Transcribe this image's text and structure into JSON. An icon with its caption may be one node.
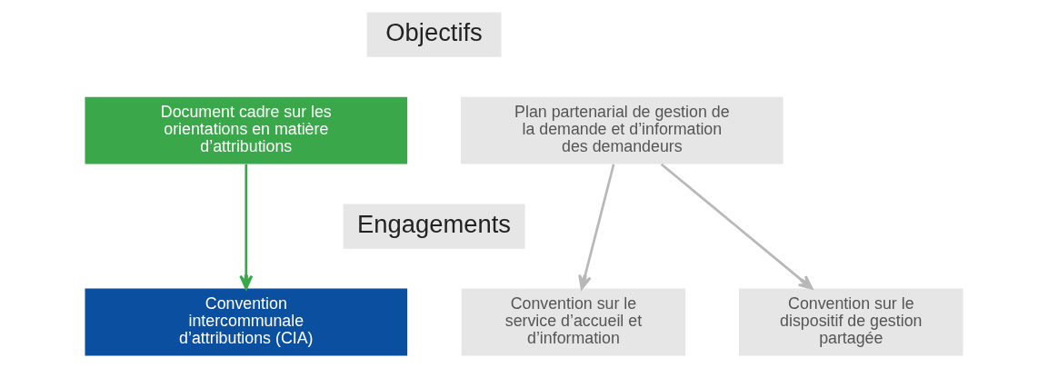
{
  "diagram": {
    "nodes": [
      {
        "text": [
          "Objectifs"
        ]
      },
      {
        "text": [
          "Document cadre sur les orientations en matière d’attributions"
        ]
      },
      {
        "text": [
          "Plan partenarial de gestion de la demande et d’information des demandeurs"
        ]
      },
      {
        "text": [
          "Engagements"
        ]
      },
      {
        "text": [
          "Convention intercommunale d’attributions (CIA)"
        ]
      },
      {
        "text": [
          "Convention sur le service d’accueil et d’information"
        ]
      },
      {
        "text": [
          "Convention sur le dispositif de gestion partagée"
        ]
      }
    ],
    "edges": [
      {
        "from": 1,
        "to": 4,
        "arrow": "to",
        "color": "#3aa84a"
      },
      {
        "from": 2,
        "to": 5,
        "arrow": "to"
      },
      {
        "from": 2,
        "to": 6,
        "arrow": "to"
      }
    ]
  }
}
